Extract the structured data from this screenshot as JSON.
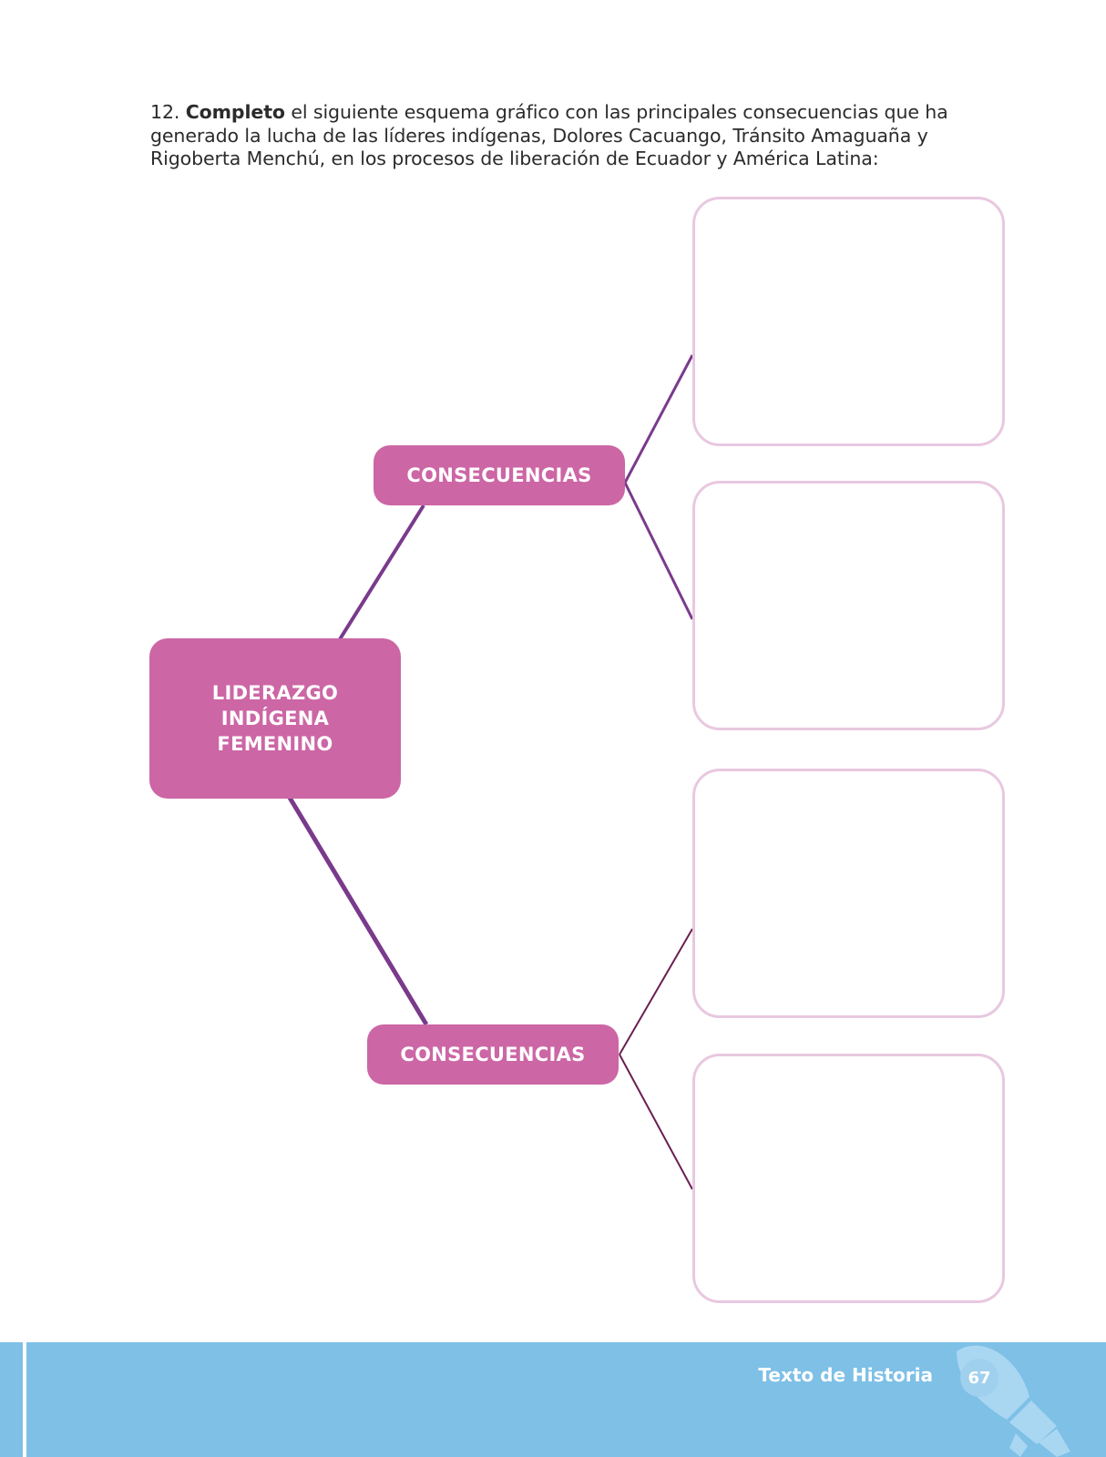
{
  "instruction": {
    "number": "12.",
    "verb": "Completo",
    "text": " el siguiente esquema gráfico con las principales consecuencias que ha generado la lucha de las líderes indígenas, Dolores Cacuango, Tránsito Amaguaña y Rigoberta Menchú, en los procesos de liberación de Ecuador y América Latina:"
  },
  "diagram": {
    "main_node": [
      "LIDERAZGO",
      "INDÍGENA",
      "FEMENINO"
    ],
    "branches": [
      {
        "label": "CONSECUENCIAS"
      },
      {
        "label": "CONSECUENCIAS"
      }
    ],
    "line_color": "#7a3a8c",
    "node_color": "#cc66a5",
    "box_border_color": "#e8c8e0"
  },
  "footer": {
    "title": "Texto de Historia",
    "page_number": "67",
    "color": "#7ec0e6"
  }
}
